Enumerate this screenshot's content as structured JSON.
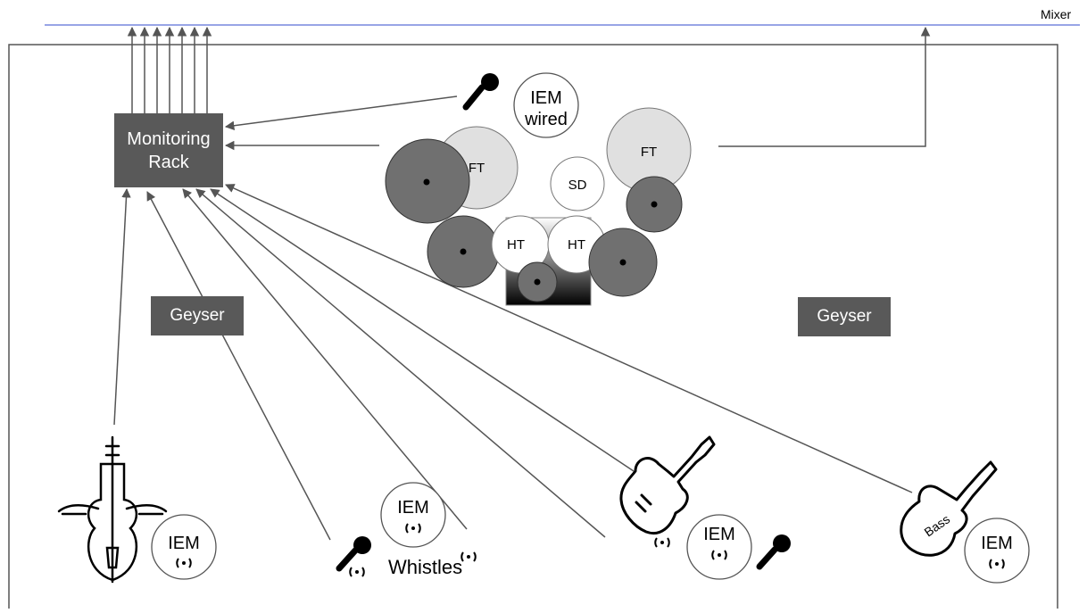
{
  "labels": {
    "mixer": "Mixer",
    "rack_line1": "Monitoring",
    "rack_line2": "Rack",
    "geyser_left": "Geyser",
    "geyser_right": "Geyser",
    "iem": "IEM",
    "iem_wired_line1": "IEM",
    "iem_wired_line2": "wired",
    "whistles": "Whistles",
    "bass": "Bass"
  },
  "drums": {
    "ft_left": "FT",
    "ft_right": "FT",
    "sd": "SD",
    "ht_left": "HT",
    "ht_right": "HT"
  },
  "colors": {
    "line": "#555555",
    "mixer_line": "#5a6fd6",
    "box_fill": "#595959",
    "cymbal_fill": "#707070",
    "tom_fill": "#e0e0e0"
  },
  "icons": [
    "microphone-icon",
    "wireless-icon",
    "double-bass-icon",
    "electric-guitar-icon",
    "bass-guitar-icon"
  ]
}
